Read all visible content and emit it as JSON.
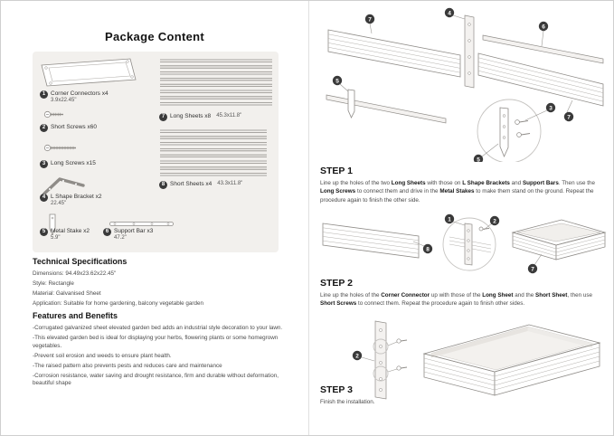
{
  "colors": {
    "badge": "#3a3a3a",
    "box_bg": "#f2f0ed",
    "line_art": "#8f8c88"
  },
  "page": {
    "title": "Package Content"
  },
  "package": {
    "items": [
      {
        "num": "1",
        "label": "Corner Connectors x4",
        "size": "3.9x22.45\"",
        "icon": "corner-connector-icon"
      },
      {
        "num": "2",
        "label": "Short Screws x60",
        "size": "",
        "icon": "short-screw-icon"
      },
      {
        "num": "3",
        "label": "Long Screws x15",
        "size": "",
        "icon": "long-screw-icon"
      },
      {
        "num": "4",
        "label": "L Shape Bracket x2",
        "size": "22.45\"",
        "icon": "l-shape-bracket-icon"
      },
      {
        "num": "5",
        "label": "Metal Stake x2",
        "size": "5.9\"",
        "icon": "metal-stake-icon"
      },
      {
        "num": "6",
        "label": "Support Bar x3",
        "size": "47.2\"",
        "icon": "support-bar-icon"
      },
      {
        "num": "7",
        "label": "Long Sheets x8",
        "size": "45.3x11.8\"",
        "icon": "long-sheets-stack-icon"
      },
      {
        "num": "8",
        "label": "Short Sheets x4",
        "size": "43.3x11.8\"",
        "icon": "short-sheets-stack-icon"
      }
    ]
  },
  "specs": {
    "title": "Technical Specifications",
    "lines": [
      "Dimensions: 94.49x23.62x22.45\"",
      "Style: Rectangle",
      "Material: Galvanised Sheet",
      "Application: Suitable for home gardening, balcony vegetable garden"
    ]
  },
  "features": {
    "title": "Features and Benefits",
    "lines": [
      "-Corrugated galvanized sheet elevated garden bed adds an industrial style decoration to your lawn.",
      "-This elevated garden bed is ideal for displaying your herbs, flowering plants or some homegrown vegetables.",
      "-Prevent soil erosion and weeds to ensure plant health.",
      "-The raised pattern also prevents pests and reduces care and maintenance",
      "-Corrosion resistance, water saving and drought resistance, firm and durable without deformation, beautiful shape"
    ]
  },
  "steps": [
    {
      "title": "STEP 1",
      "segments": [
        {
          "t": "Line up the holes of the two "
        },
        {
          "t": "Long Sheets",
          "b": true
        },
        {
          "t": " with those on "
        },
        {
          "t": "L Shape Brackets",
          "b": true
        },
        {
          "t": " and "
        },
        {
          "t": "Support Bars",
          "b": true
        },
        {
          "t": ". Then use the "
        },
        {
          "t": "Long Screws",
          "b": true
        },
        {
          "t": " to connect them and drive in the "
        },
        {
          "t": "Metal Stakes",
          "b": true
        },
        {
          "t": " to make them stand on the ground. Repeat the procedure again to finish the other side."
        }
      ]
    },
    {
      "title": "STEP 2",
      "segments": [
        {
          "t": "Line up the holes of the "
        },
        {
          "t": "Corner Connector",
          "b": true
        },
        {
          "t": " up with those of the "
        },
        {
          "t": "Long Sheet",
          "b": true
        },
        {
          "t": " and the "
        },
        {
          "t": "Short Sheet",
          "b": true
        },
        {
          "t": ", then use "
        },
        {
          "t": "Short Screws",
          "b": true
        },
        {
          "t": " to connect them. Repeat the procedure again to finish other sides."
        }
      ]
    },
    {
      "title": "STEP 3",
      "segments": [
        {
          "t": "Finish the installation."
        }
      ]
    }
  ],
  "diagrams": {
    "step1_callouts": [
      "7",
      "4",
      "6",
      "5",
      "7",
      "3",
      "5"
    ],
    "step2_callouts": [
      "8",
      "1",
      "2",
      "7"
    ],
    "step3_callouts": [
      "2"
    ]
  }
}
